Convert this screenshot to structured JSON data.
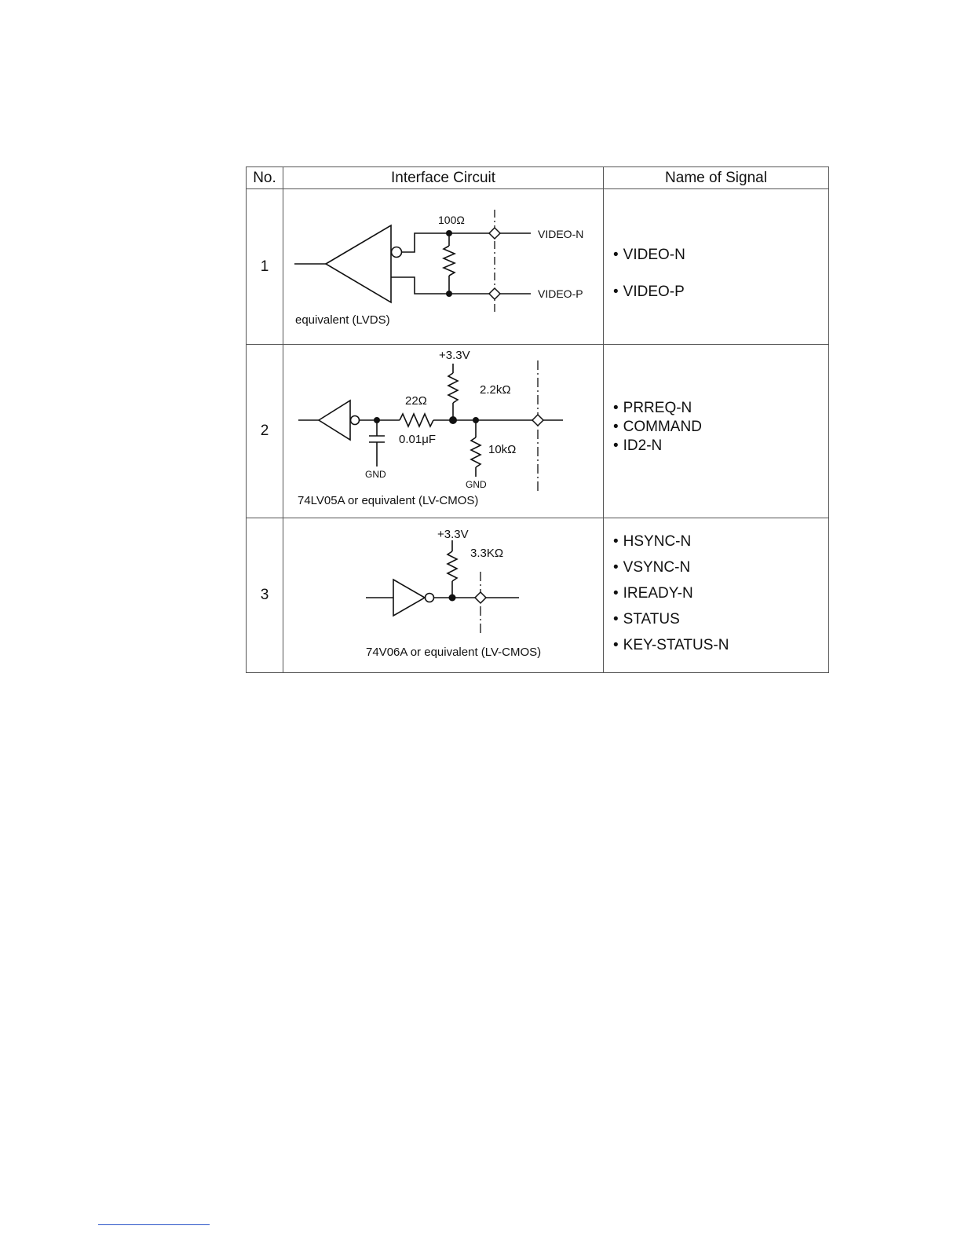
{
  "table": {
    "headers": [
      "No.",
      "Interface Circuit",
      "Name of Signal"
    ],
    "rows": [
      {
        "no": "1",
        "circuit": {
          "resistor_label": "100Ω",
          "out_top_label": "VIDEO-N",
          "out_bottom_label": "VIDEO-P",
          "caption": "equivalent (LVDS)"
        },
        "signals": [
          "VIDEO-N",
          "VIDEO-P"
        ]
      },
      {
        "no": "2",
        "circuit": {
          "supply_label": "+3.3V",
          "pullup_label": "2.2kΩ",
          "series_label": "22Ω",
          "cap_label": "0.01μF",
          "pulldown_label": "10kΩ",
          "gnd_cap_label": "GND",
          "gnd_res_label": "GND",
          "caption": "74LV05A or equivalent (LV-CMOS)"
        },
        "signals": [
          "PRREQ-N",
          "COMMAND",
          "ID2-N"
        ]
      },
      {
        "no": "3",
        "circuit": {
          "supply_label": "+3.3V",
          "pullup_label": "3.3KΩ",
          "caption": "74V06A or equivalent (LV-CMOS)"
        },
        "signals": [
          "HSYNC-N",
          "VSYNC-N",
          "IREADY-N",
          "STATUS",
          "KEY-STATUS-N"
        ]
      }
    ]
  }
}
